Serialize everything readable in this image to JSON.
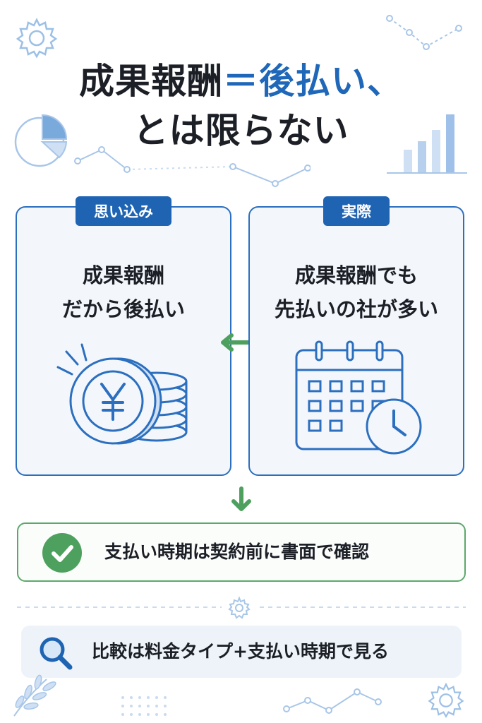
{
  "title": {
    "line1_main": "成果報酬",
    "line1_accent": "＝後払い、",
    "line2": "とは限らない"
  },
  "left_card": {
    "tag": "思い込み",
    "text_line1": "成果報酬",
    "text_line2": "だから後払い",
    "icon": "yen-coins-icon"
  },
  "right_card": {
    "tag": "実際",
    "text_line1": "成果報酬でも",
    "text_line2": "先払いの社が多い",
    "icon": "calendar-clock-icon"
  },
  "conclusion": {
    "text": "支払い時期は契約前に書面で確認",
    "icon": "check-icon"
  },
  "compare": {
    "text": "比較は料金タイプ+支払い時期で見る",
    "icon": "magnifier-icon"
  },
  "colors": {
    "accent_blue": "#1f63b3",
    "green": "#4ea05e"
  }
}
